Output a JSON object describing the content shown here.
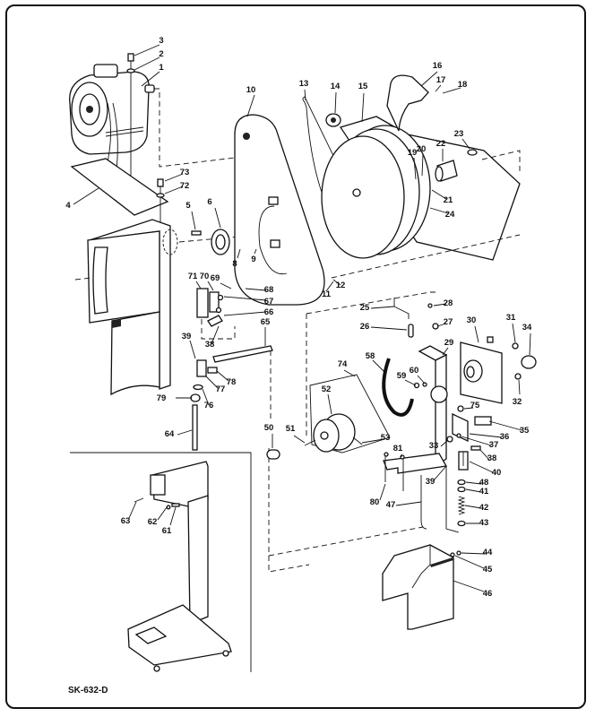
{
  "diagram": {
    "type": "exploded parts drawing",
    "drawing_code": "SK-632-D",
    "inset": "stand assembly",
    "callouts": [
      {
        "id": "c1",
        "label": "1"
      },
      {
        "id": "c2",
        "label": "2"
      },
      {
        "id": "c3",
        "label": "3"
      },
      {
        "id": "c4",
        "label": "4"
      },
      {
        "id": "c5",
        "label": "5"
      },
      {
        "id": "c6",
        "label": "6"
      },
      {
        "id": "c8",
        "label": "8"
      },
      {
        "id": "c9",
        "label": "9"
      },
      {
        "id": "c10",
        "label": "10"
      },
      {
        "id": "c11",
        "label": "11"
      },
      {
        "id": "c12",
        "label": "12"
      },
      {
        "id": "c13",
        "label": "13"
      },
      {
        "id": "c14",
        "label": "14"
      },
      {
        "id": "c15",
        "label": "15"
      },
      {
        "id": "c16",
        "label": "16"
      },
      {
        "id": "c17",
        "label": "17"
      },
      {
        "id": "c18",
        "label": "18"
      },
      {
        "id": "c19",
        "label": "19"
      },
      {
        "id": "c20",
        "label": "20"
      },
      {
        "id": "c21",
        "label": "21"
      },
      {
        "id": "c22",
        "label": "22"
      },
      {
        "id": "c23",
        "label": "23"
      },
      {
        "id": "c24",
        "label": "24"
      },
      {
        "id": "c25",
        "label": "25"
      },
      {
        "id": "c26",
        "label": "26"
      },
      {
        "id": "c27",
        "label": "27"
      },
      {
        "id": "c28",
        "label": "28"
      },
      {
        "id": "c29",
        "label": "29"
      },
      {
        "id": "c30",
        "label": "30"
      },
      {
        "id": "c31",
        "label": "31"
      },
      {
        "id": "c32",
        "label": "32"
      },
      {
        "id": "c33",
        "label": "33"
      },
      {
        "id": "c34",
        "label": "34"
      },
      {
        "id": "c35",
        "label": "35"
      },
      {
        "id": "c36",
        "label": "36"
      },
      {
        "id": "c37",
        "label": "37"
      },
      {
        "id": "c38a",
        "label": "38"
      },
      {
        "id": "c38b",
        "label": "38"
      },
      {
        "id": "c39a",
        "label": "39"
      },
      {
        "id": "c39b",
        "label": "39"
      },
      {
        "id": "c40",
        "label": "40"
      },
      {
        "id": "c41",
        "label": "41"
      },
      {
        "id": "c42",
        "label": "42"
      },
      {
        "id": "c43",
        "label": "43"
      },
      {
        "id": "c44",
        "label": "44"
      },
      {
        "id": "c45",
        "label": "45"
      },
      {
        "id": "c46",
        "label": "46"
      },
      {
        "id": "c47",
        "label": "47"
      },
      {
        "id": "c48",
        "label": "48"
      },
      {
        "id": "c50",
        "label": "50"
      },
      {
        "id": "c51",
        "label": "51"
      },
      {
        "id": "c52",
        "label": "52"
      },
      {
        "id": "c53",
        "label": "53"
      },
      {
        "id": "c58",
        "label": "58"
      },
      {
        "id": "c59",
        "label": "59"
      },
      {
        "id": "c60",
        "label": "60"
      },
      {
        "id": "c61",
        "label": "61"
      },
      {
        "id": "c62",
        "label": "62"
      },
      {
        "id": "c63",
        "label": "63"
      },
      {
        "id": "c64",
        "label": "64"
      },
      {
        "id": "c65",
        "label": "65"
      },
      {
        "id": "c66",
        "label": "66"
      },
      {
        "id": "c67",
        "label": "67"
      },
      {
        "id": "c68",
        "label": "68"
      },
      {
        "id": "c69",
        "label": "69"
      },
      {
        "id": "c70",
        "label": "70"
      },
      {
        "id": "c71",
        "label": "71"
      },
      {
        "id": "c72",
        "label": "72"
      },
      {
        "id": "c73",
        "label": "73"
      },
      {
        "id": "c74",
        "label": "74"
      },
      {
        "id": "c75",
        "label": "75"
      },
      {
        "id": "c76",
        "label": "76"
      },
      {
        "id": "c77",
        "label": "77"
      },
      {
        "id": "c78",
        "label": "78"
      },
      {
        "id": "c79",
        "label": "79"
      },
      {
        "id": "c80",
        "label": "80"
      },
      {
        "id": "c81",
        "label": "81"
      }
    ]
  }
}
